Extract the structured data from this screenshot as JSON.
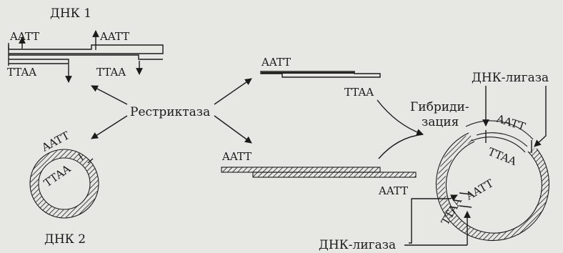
{
  "labels": {
    "dna1": "ДНК 1",
    "dna2": "ДНК 2",
    "restriction_enzyme": "Рестриктаза",
    "hybridization_line1": "Гибриди-",
    "hybridization_line2": "зация",
    "ligase_top": "ДНК-лигаза",
    "ligase_bottom": "ДНК-лигаза"
  },
  "sequences": {
    "aatt": "AATT",
    "ttaa": "TTAA"
  },
  "colors": {
    "ink": "#1a1a1a",
    "background": "#e7e7e4"
  }
}
